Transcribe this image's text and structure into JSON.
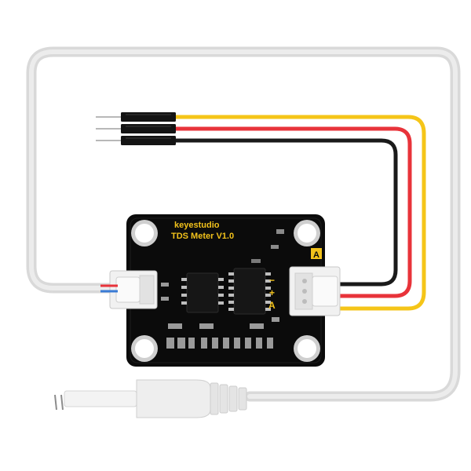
{
  "board": {
    "brand": "keyestudio",
    "model": "TDS Meter  V1.0",
    "corner_mark": "A",
    "pin_minus": "−",
    "pin_plus": "+",
    "pin_signal": "A",
    "pcb_color": "#0b0b0b",
    "silk_color": "#f2c21b"
  },
  "wires": {
    "yellow": "#f5c518",
    "red": "#e8333a",
    "black": "#1a1a1a",
    "probe_cable": "#dedede"
  }
}
